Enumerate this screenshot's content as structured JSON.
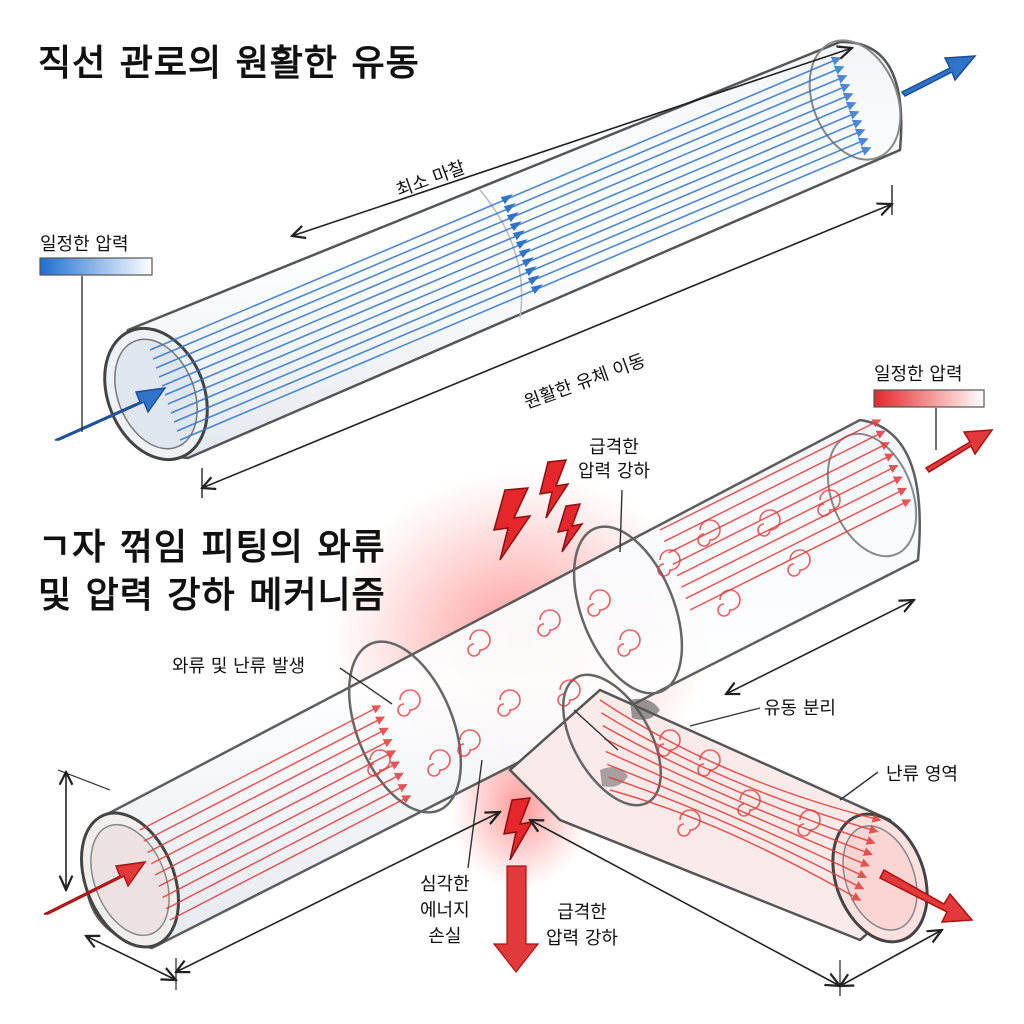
{
  "top_section": {
    "title": "직선 관로의 원활한 유동",
    "label_min_friction": "최소 마찰",
    "label_const_pressure": "일정한 압력",
    "label_smooth_flow": "원활한 유체 이동",
    "color_flow": "#2f74c8"
  },
  "bottom_section": {
    "title_line1": "ㄱ자 꺾임 피팅의 와류",
    "title_line2": "및 압력 강하 메커니즘",
    "label_const_pressure": "일정한 압력",
    "label_sudden_drop_top_line1": "급격한",
    "label_sudden_drop_top_line2": "압력 강하",
    "label_vortex_turbulence": "와류 및 난류 발생",
    "label_flow_separation": "유동 분리",
    "label_turbulent_zone": "난류 영역",
    "label_energy_loss_line1": "심각한",
    "label_energy_loss_line2": "에너지",
    "label_energy_loss_line3": "손실",
    "label_sudden_drop_bottom_line1": "급격한",
    "label_sudden_drop_bottom_line2": "압력 강하",
    "color_flow": "#e23a3a"
  }
}
